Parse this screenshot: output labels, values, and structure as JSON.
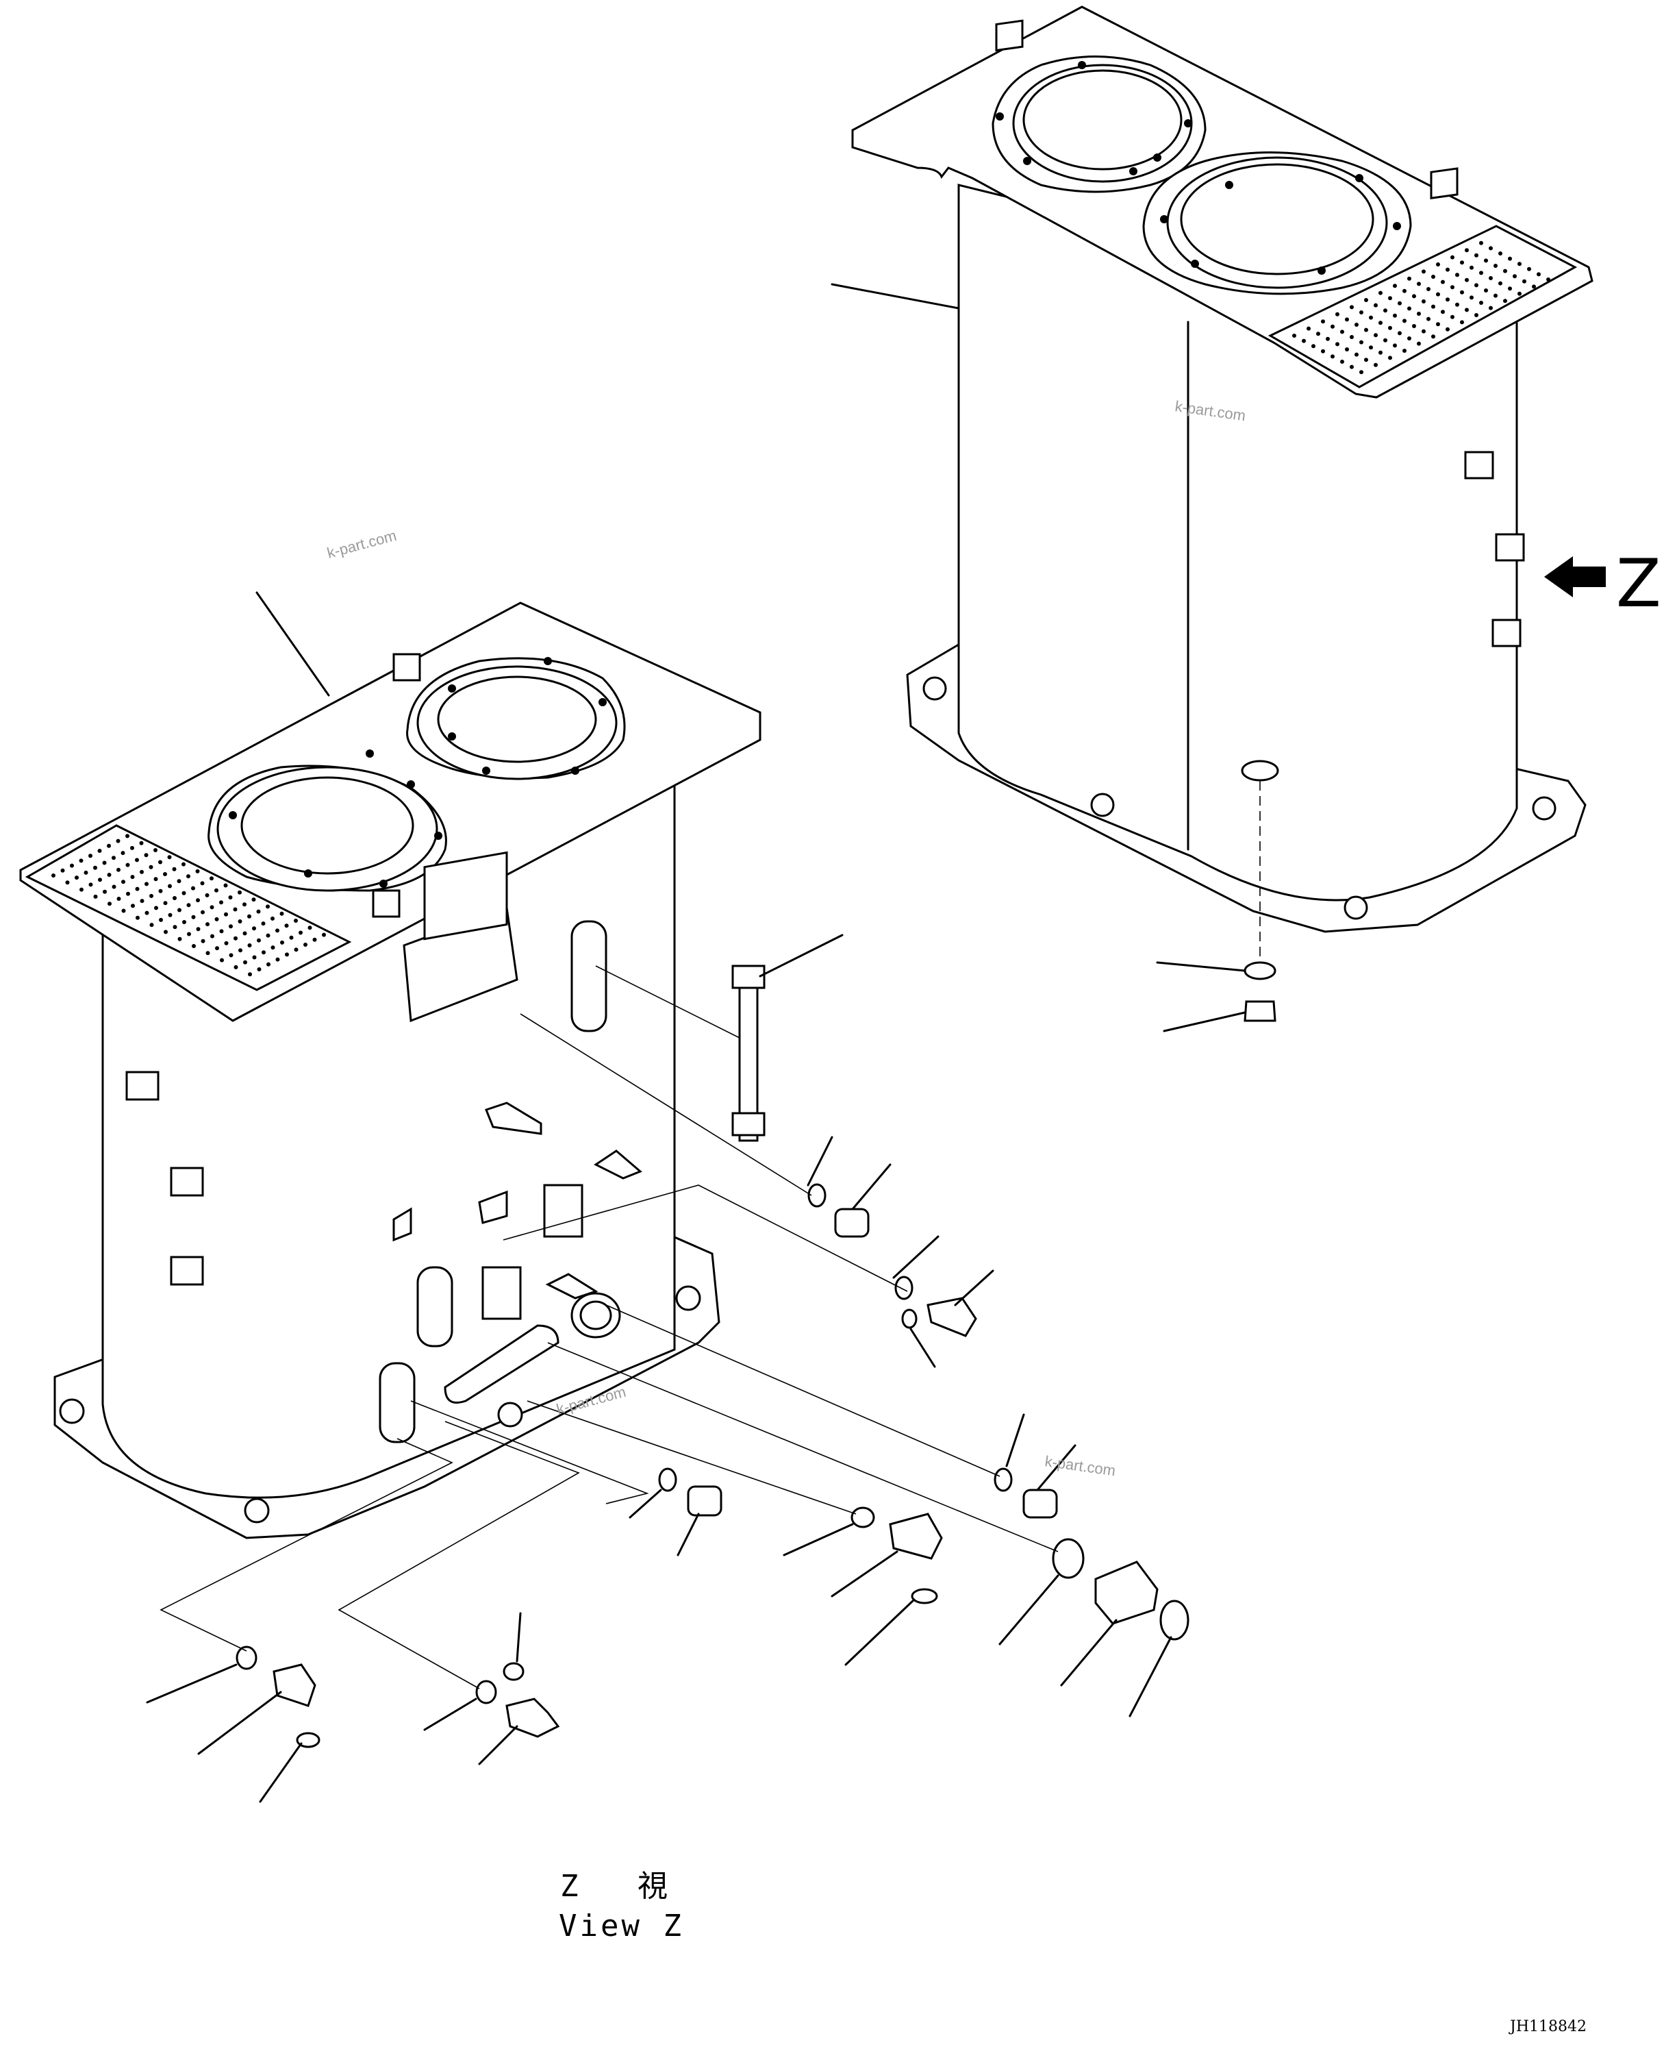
{
  "diagram": {
    "view_arrow_label": "Z",
    "view_caption_jp": "Z 視",
    "view_caption_en": "View Z",
    "drawing_code": "JH118842",
    "watermarks": [
      "k-part.com",
      "k-part.com",
      "k-part.com",
      "k-part.com"
    ]
  }
}
